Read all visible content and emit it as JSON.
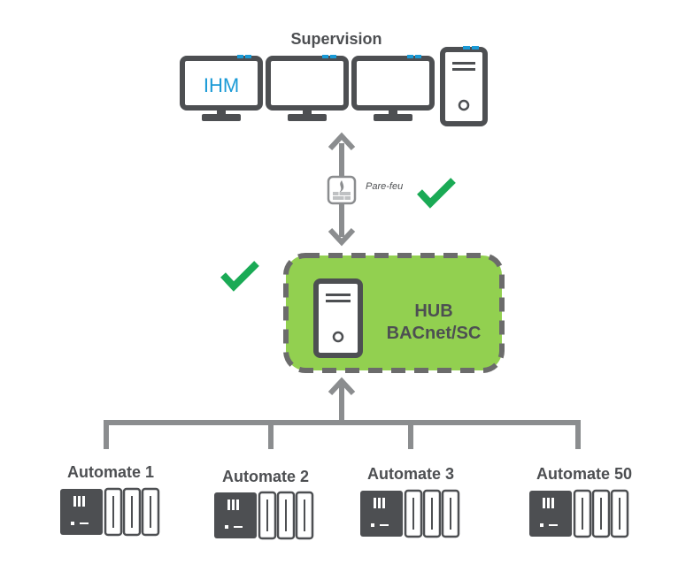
{
  "supervision": {
    "title": "Supervision",
    "screen_text": "IHM"
  },
  "firewall": {
    "label": "Pare-feu"
  },
  "hub": {
    "line1": "HUB",
    "line2": "BACnet/SC"
  },
  "controllers": [
    {
      "label": "Automate 1"
    },
    {
      "label": "Automate 2"
    },
    {
      "label": "Automate 3"
    },
    {
      "label": "Automate 50"
    }
  ],
  "colors": {
    "dark": "#4d4f52",
    "gray_line": "#8b8d8f",
    "accent_blue": "#1a9ad6",
    "hub_green": "#92d050",
    "check_green": "#1aaa55"
  }
}
